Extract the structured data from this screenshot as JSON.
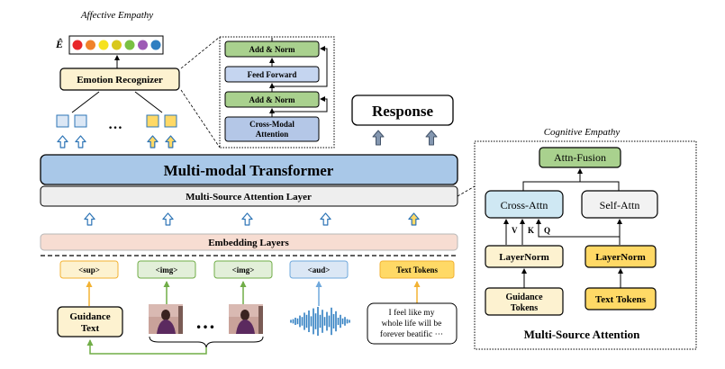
{
  "affective": {
    "title": "Affective Empathy",
    "emotion_symbol": "Ê",
    "emotion_colors": [
      "#e8262a",
      "#f0822b",
      "#f6e21f",
      "#d9c81c",
      "#7ac143",
      "#9e5bb5",
      "#2f7fc1"
    ],
    "recognizer_label": "Emotion Recognizer"
  },
  "inset": {
    "add_norm_top": "Add & Norm",
    "feed_forward": "Feed Forward",
    "add_norm_bottom": "Add & Norm",
    "cross_modal_line1": "Cross-Modal",
    "cross_modal_line2": "Attention"
  },
  "token_ellipsis": "…",
  "response_label": "Response",
  "transformer_label": "Multi-modal Transformer",
  "msa_layer_label": "Multi-Source Attention Layer",
  "embedding_label": "Embedding Layers",
  "tokens": {
    "sup": "<sup>",
    "img1": "<img>",
    "img2": "<img>",
    "aud": "<aud>",
    "text": "Text Tokens"
  },
  "inputs": {
    "guidance_line1": "Guidance",
    "guidance_line2": "Text",
    "frames_ellipsis": "…",
    "text_sample_lines": [
      "I feel like my",
      "whole life will be",
      "forever beatific ⋯"
    ]
  },
  "cognitive": {
    "title": "Cognitive Empathy",
    "attn_fusion": "Attn-Fusion",
    "cross_attn": "Cross-Attn",
    "self_attn": "Self-Attn",
    "v_label": "V",
    "k_label": "K",
    "q_label": "Q",
    "layernorm_left": "LayerNorm",
    "layernorm_right": "LayerNorm",
    "guidance_tokens_line1": "Guidance",
    "guidance_tokens_line2": "Tokens",
    "text_tokens": "Text Tokens",
    "footer": "Multi-Source Attention"
  },
  "colors": {
    "cream": "#fdf2d0",
    "transformer_blue": "#a9c8e8",
    "embedding_pink": "#f7ddd2",
    "light_gray": "#eeeeee",
    "token_green": "#e2efd9",
    "token_blue": "#dbe7f5",
    "token_yellow": "#ffd966",
    "norm_green": "#a9d18e",
    "ff_blue": "#c5d5f0",
    "cross_blue": "#b4c7e7",
    "cross_attn_cyan": "#cfe8f3",
    "self_attn_gray": "#f2f2f2",
    "fusion_green": "#a9d18e",
    "arrow_yellow": "#f2b233",
    "arrow_green": "#70ad47",
    "arrow_blue": "#6fa8dc"
  }
}
